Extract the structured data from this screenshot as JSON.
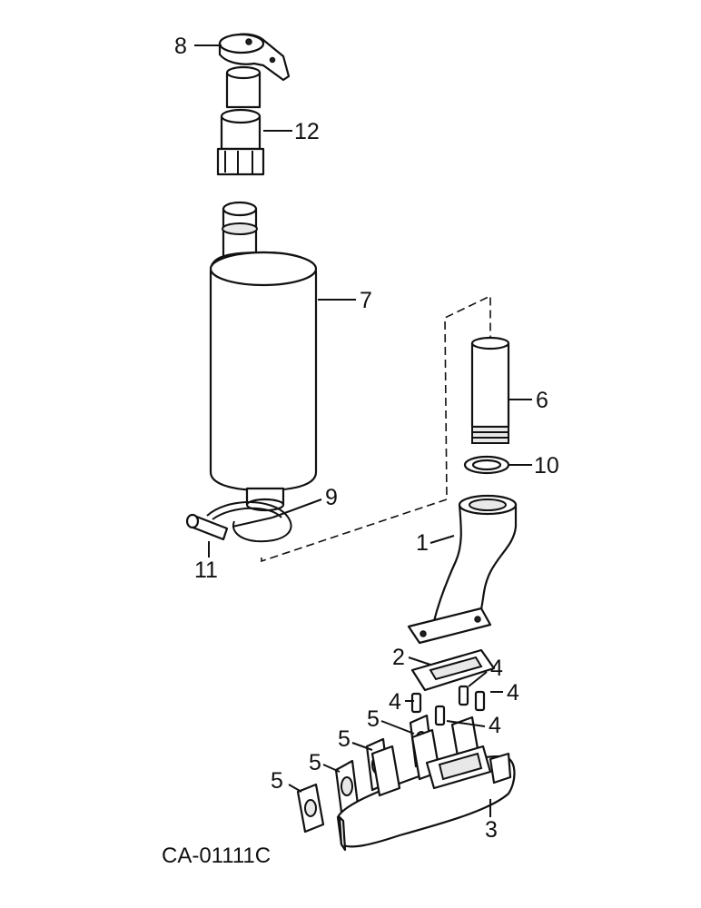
{
  "diagram": {
    "id_code": "CA-01111C",
    "callouts": [
      "8",
      "12",
      "7",
      "6",
      "10",
      "9",
      "11",
      "1",
      "2",
      "4",
      "4",
      "4",
      "4",
      "5",
      "5",
      "5",
      "5",
      "3"
    ]
  }
}
